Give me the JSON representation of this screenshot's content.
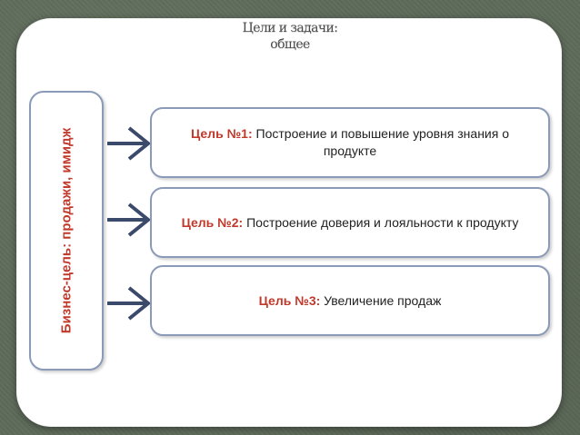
{
  "title": {
    "line1": "Цели и задачи:",
    "line2": "общее"
  },
  "business_goal": "Бизнес-цель: продажи, имидж",
  "goals": [
    {
      "label": "Цель №1:",
      "text": " Построение и повышение уровня знания о продукте"
    },
    {
      "label": "Цель №2:",
      "text": " Построение доверия и лояльности к продукту"
    },
    {
      "label": "Цель №3:",
      "text": " Увеличение продаж"
    }
  ],
  "colors": {
    "accent": "#c0392b",
    "border": "#8a9ab8",
    "arrow": "#3b4a6b",
    "background": "#5e6b5a"
  }
}
